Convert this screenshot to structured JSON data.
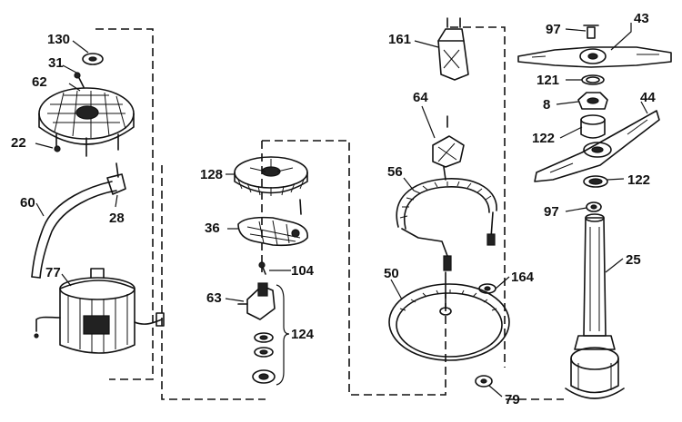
{
  "callouts": {
    "n130": "130",
    "n31": "31",
    "n62": "62",
    "n22": "22",
    "n60": "60",
    "n28": "28",
    "n77": "77",
    "n128": "128",
    "n36": "36",
    "n104": "104",
    "n63": "63",
    "n124": "124",
    "n161": "161",
    "n64": "64",
    "n56": "56",
    "n50": "50",
    "n164": "164",
    "n79": "79",
    "n97a": "97",
    "n43": "43",
    "n121": "121",
    "n8": "8",
    "n122a": "122",
    "n44": "44",
    "n122b": "122",
    "n97b": "97",
    "n25": "25"
  }
}
